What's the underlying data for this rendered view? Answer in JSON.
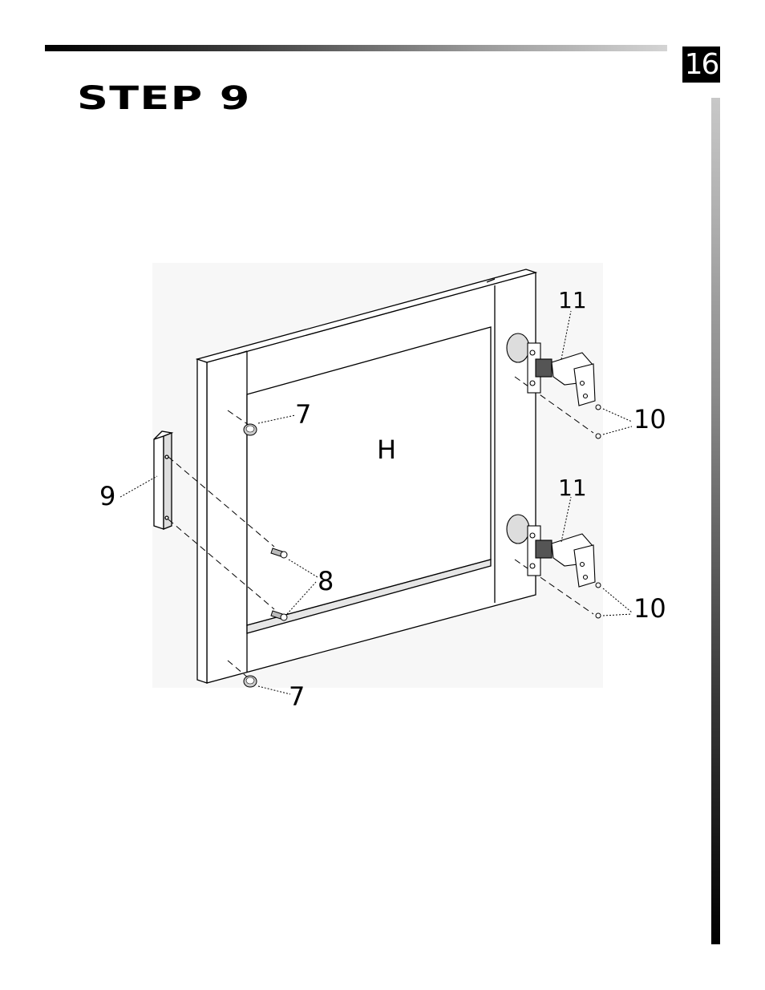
{
  "page": {
    "number": "16",
    "step_title": "STEP 9"
  },
  "labels": {
    "panel": "H",
    "handle": "9",
    "bumper_top": "7",
    "bumper_bottom": "7",
    "screws": "8",
    "hinge_top": "11",
    "hinge_bottom": "11",
    "hinge_screws_top": "10",
    "hinge_screws_bottom": "10"
  }
}
